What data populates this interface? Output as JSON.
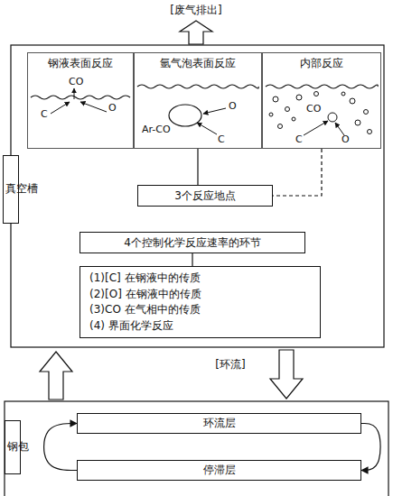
{
  "diagram": {
    "nodes": [
      {
        "text": [
          "真空槽"
        ]
      },
      {
        "text": [
          "钢液表面反应"
        ]
      },
      {
        "text": [
          "氩气泡表面反应"
        ]
      },
      {
        "text": [
          "内部反应"
        ]
      },
      {
        "text": [
          "3个反应地点"
        ]
      },
      {
        "text": [
          "4个控制化学反应速率的环节"
        ]
      },
      {
        "text": [
          "(1)[C] 在钢液中的传质",
          "(2)[O] 在钢液中的传质",
          "(3)CO 在气相中的传质",
          "(4) 界面化学反应"
        ]
      },
      {
        "text": [
          "钢包"
        ]
      },
      {
        "text": [
          "环流层"
        ]
      },
      {
        "text": [
          "停滞层"
        ]
      }
    ],
    "edges": [
      {
        "from": 2,
        "to": 4,
        "arrow": "none"
      },
      {
        "from": 3,
        "to": 4,
        "arrow": "none"
      },
      {
        "from": 5,
        "to": 6,
        "arrow": "none"
      },
      {
        "from": 9,
        "to": 8,
        "arrow": "to"
      },
      {
        "from": 8,
        "to": 9,
        "arrow": "to"
      }
    ],
    "labels": [
      "[废气排出]",
      "CO",
      "C",
      "O",
      "Ar-CO",
      "O",
      "C",
      "CO",
      "C",
      "O",
      "[环流]"
    ]
  }
}
